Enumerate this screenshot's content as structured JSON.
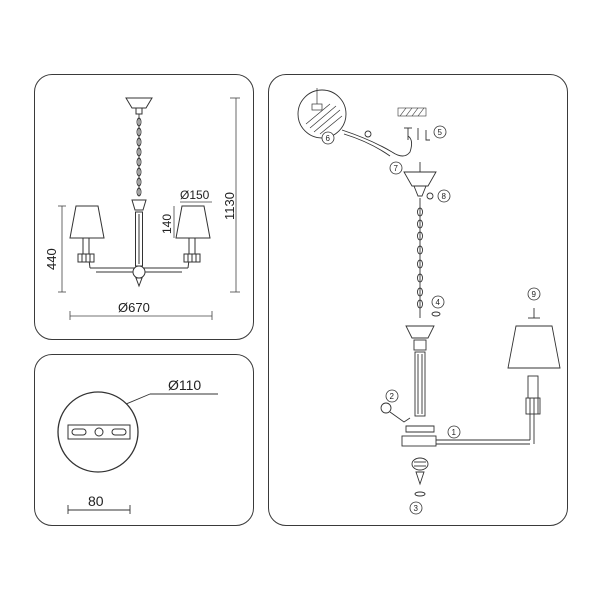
{
  "front_view": {
    "height_total": "1130",
    "height_body": "440",
    "width_total": "Ø670",
    "shade_diameter": "Ø150",
    "shade_height": "140"
  },
  "canopy_view": {
    "diameter": "Ø110",
    "plate_width": "80"
  },
  "assembly": {
    "labels": [
      "1",
      "2",
      "3",
      "4",
      "5",
      "6",
      "7",
      "8",
      "9"
    ]
  }
}
